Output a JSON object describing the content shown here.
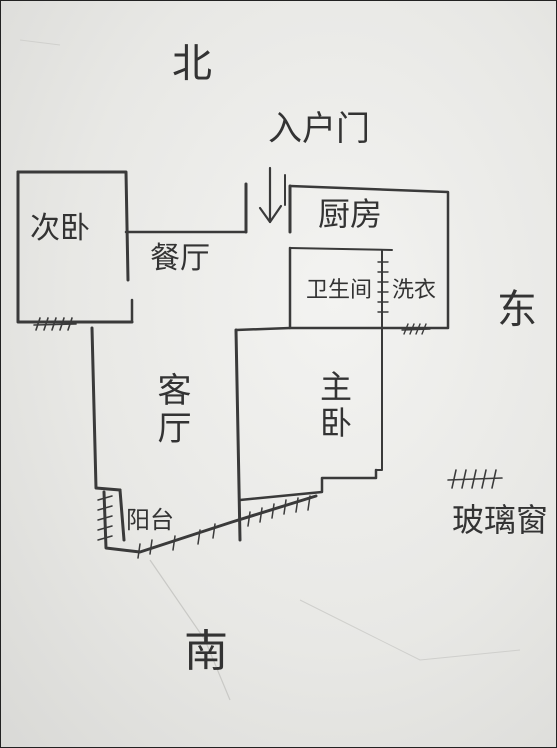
{
  "directions": {
    "north": "北",
    "east": "东",
    "south": "南"
  },
  "entrance": "入户门",
  "rooms": {
    "second_bedroom": "次卧",
    "dining": "餐厅",
    "kitchen": "厨房",
    "bathroom": "卫生间",
    "laundry": "洗衣",
    "living": "客厅",
    "master_bedroom": "主卧",
    "balcony": "阳台"
  },
  "legend": {
    "window_label": "玻璃窗"
  },
  "colors": {
    "paper": "#ececea",
    "ink": "#3a3a3a"
  }
}
